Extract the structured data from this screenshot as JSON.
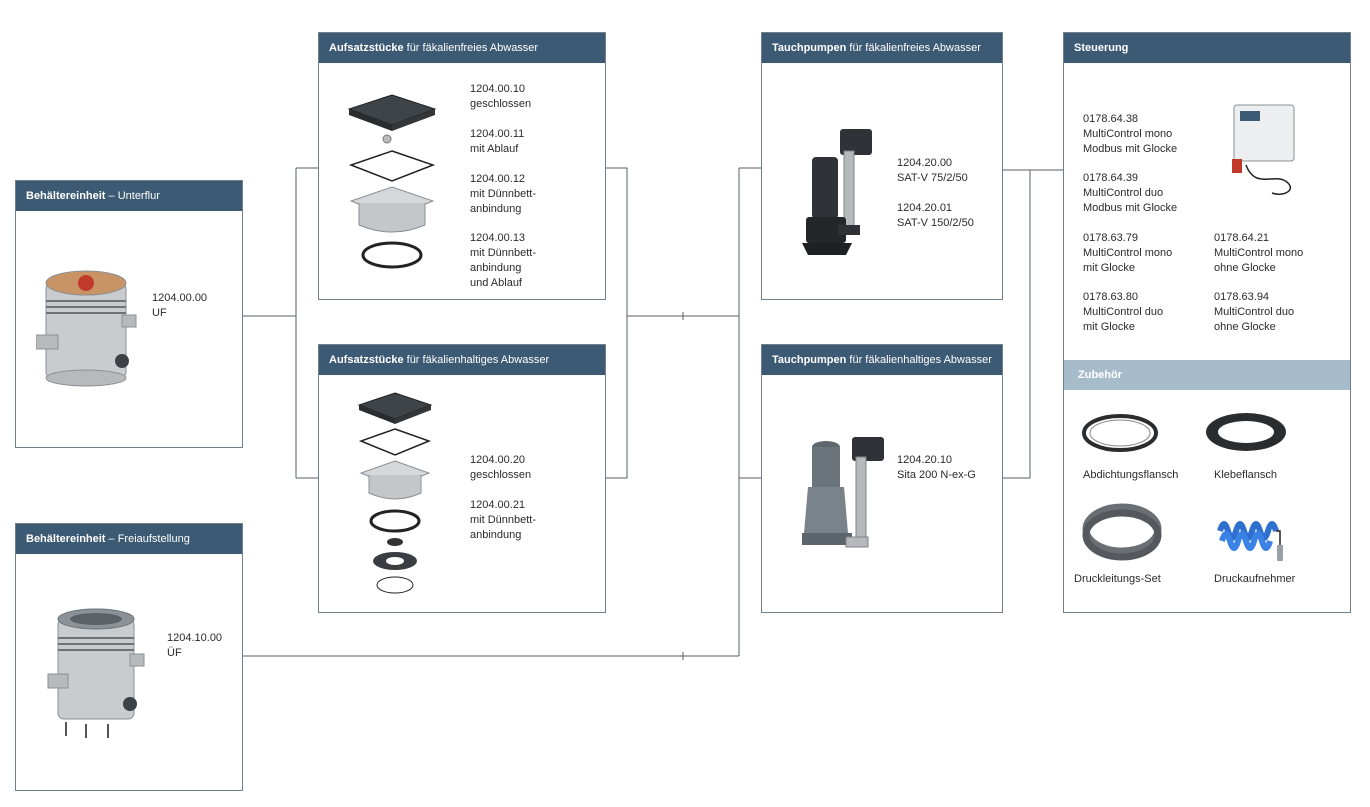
{
  "colors": {
    "header": "#3d5a75",
    "header_light": "#a7bccb",
    "border": "#6f7f8c",
    "line": "#555f66"
  },
  "unterflur": {
    "title_bold": "Behältereinheit",
    "title_rest": " – Unterflur",
    "code": "1204.00.00",
    "desc": "UF"
  },
  "freiaufstellung": {
    "title_bold": "Behältereinheit",
    "title_rest": " – Freiaufstellung",
    "code": "1204.10.00",
    "desc": "ÜF"
  },
  "aufsatz_frei": {
    "title_bold": "Aufsatzstücke",
    "title_rest": "  für fäkalienfreies Abwasser",
    "items": [
      {
        "code": "1204.00.10",
        "desc": [
          "geschlossen"
        ]
      },
      {
        "code": "1204.00.11",
        "desc": [
          "mit Ablauf"
        ]
      },
      {
        "code": "1204.00.12",
        "desc": [
          "mit Dünnbett-",
          "anbindung"
        ]
      },
      {
        "code": "1204.00.13",
        "desc": [
          "mit Dünnbett-",
          "anbindung",
          "und Ablauf"
        ]
      }
    ]
  },
  "aufsatz_haltig": {
    "title_bold": "Aufsatzstücke",
    "title_rest": "  für fäkalienhaltiges Abwasser",
    "items": [
      {
        "code": "1204.00.20",
        "desc": [
          "geschlossen"
        ]
      },
      {
        "code": "1204.00.21",
        "desc": [
          "mit Dünnbett-",
          "anbindung"
        ]
      }
    ]
  },
  "pumpen_frei": {
    "title_bold": "Tauchpumpen",
    "title_rest": " für fäkalienfreies Abwasser",
    "items": [
      {
        "code": "1204.20.00",
        "desc": [
          "SAT-V 75/2/50"
        ]
      },
      {
        "code": "1204.20.01",
        "desc": [
          "SAT-V 150/2/50"
        ]
      }
    ]
  },
  "pumpen_haltig": {
    "title_bold": "Tauchpumpen",
    "title_rest": " für fäkalienhaltiges Abwasser",
    "items": [
      {
        "code": "1204.20.10",
        "desc": [
          "Sita 200 N-ex-G"
        ]
      }
    ]
  },
  "steuerung": {
    "title": "Steuerung",
    "items": [
      {
        "code": "0178.64.38",
        "desc": [
          "MultiControl mono",
          "Modbus mit Glocke"
        ]
      },
      {
        "code": "0178.64.39",
        "desc": [
          "MultiControl duo",
          "Modbus mit Glocke"
        ]
      },
      {
        "code": "0178.63.79",
        "desc": [
          "MultiControl mono",
          "mit Glocke"
        ]
      },
      {
        "code": "0178.64.21",
        "desc": [
          "MultiControl mono",
          "ohne Glocke"
        ]
      },
      {
        "code": "0178.63.80",
        "desc": [
          "MultiControl duo",
          "mit Glocke"
        ]
      },
      {
        "code": "0178.63.94",
        "desc": [
          "MultiControl duo",
          "ohne Glocke"
        ]
      }
    ]
  },
  "zubehoer": {
    "title": "Zubehör",
    "items": [
      {
        "label": "Abdichtungsflansch"
      },
      {
        "label": "Klebeflansch"
      },
      {
        "label": "Druckleitungs-Set"
      },
      {
        "label": "Druckaufnehmer"
      }
    ]
  }
}
